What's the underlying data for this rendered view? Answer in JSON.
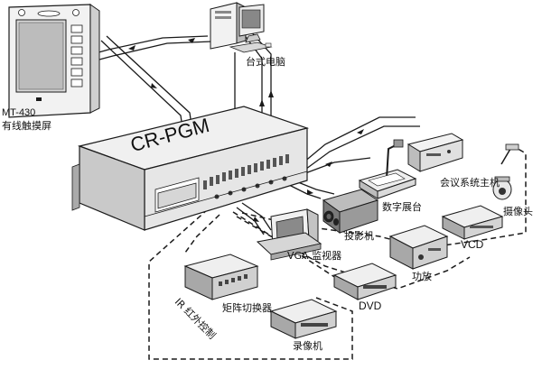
{
  "touch_panel": {
    "model": "MT-430",
    "description": "有线触摸屏"
  },
  "core_unit": {
    "label": "CR-PGM"
  },
  "devices": {
    "desktop_pc": "台式电脑",
    "projector": "投影机",
    "conference_host": "会议系统主机",
    "document_camera": "数字展台",
    "camera": "摄像头",
    "vga_monitor": "VGA 监视器",
    "vcd": "VCD",
    "amplifier": "功放",
    "dvd": "DVD",
    "matrix_switcher": "矩阵切换器",
    "vcr": "录像机"
  },
  "ir_control": "IR 红外控制",
  "colors": {
    "line": "#1a1a1a",
    "device_fill": "#eeeeee",
    "device_dark": "#9a9a9a",
    "bg": "#ffffff"
  }
}
